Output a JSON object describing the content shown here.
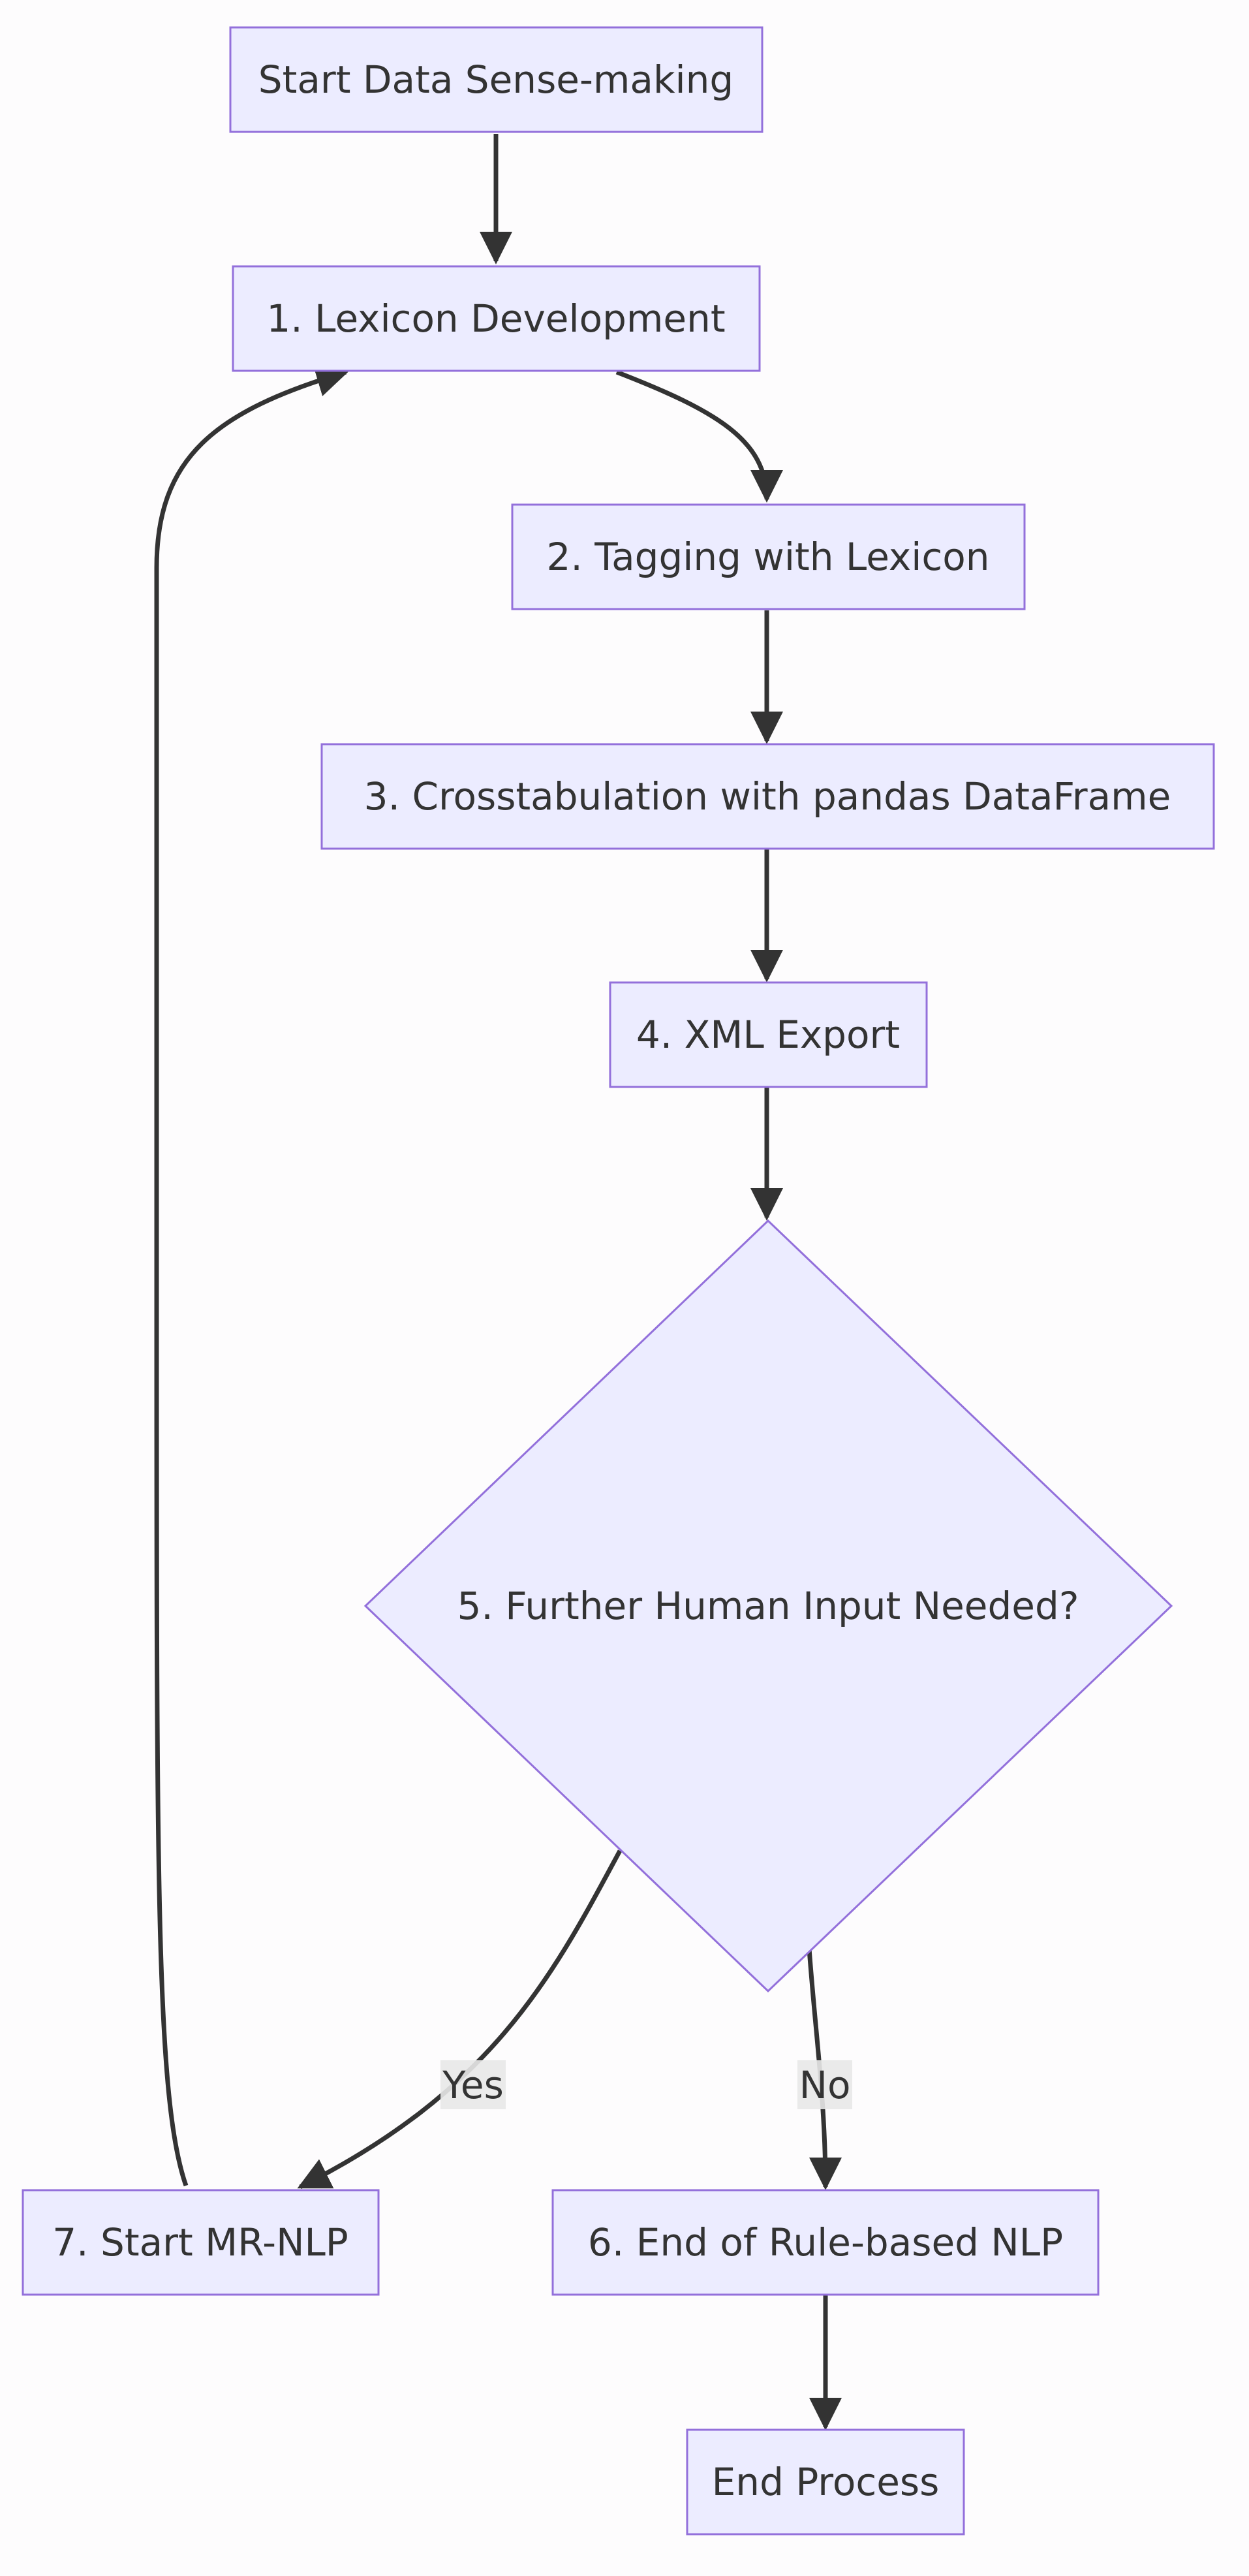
{
  "diagram": {
    "type": "flowchart",
    "colors": {
      "node_fill": "#ececff",
      "node_stroke": "#9370db",
      "edge": "#333333",
      "text": "#333333",
      "edge_label_bg": "#e8e8e8"
    },
    "nodes": {
      "start": {
        "label": "Start Data Sense-making"
      },
      "lexicon": {
        "label": "1. Lexicon Development"
      },
      "tagging": {
        "label": "2. Tagging with Lexicon"
      },
      "crosstab": {
        "label": "3. Crosstabulation with pandas DataFrame"
      },
      "xml": {
        "label": "4. XML Export"
      },
      "decision": {
        "label": "5. Further Human Input Needed?"
      },
      "mrnlp": {
        "label": "7. Start MR-NLP"
      },
      "end_rule": {
        "label": "6. End of Rule-based NLP"
      },
      "end": {
        "label": "End Process"
      }
    },
    "edges": [
      {
        "from": "start",
        "to": "lexicon",
        "label": ""
      },
      {
        "from": "lexicon",
        "to": "tagging",
        "label": ""
      },
      {
        "from": "tagging",
        "to": "crosstab",
        "label": ""
      },
      {
        "from": "crosstab",
        "to": "xml",
        "label": ""
      },
      {
        "from": "xml",
        "to": "decision",
        "label": ""
      },
      {
        "from": "decision",
        "to": "mrnlp",
        "label": "Yes"
      },
      {
        "from": "decision",
        "to": "end_rule",
        "label": "No"
      },
      {
        "from": "mrnlp",
        "to": "lexicon",
        "label": ""
      },
      {
        "from": "end_rule",
        "to": "end",
        "label": ""
      }
    ]
  }
}
